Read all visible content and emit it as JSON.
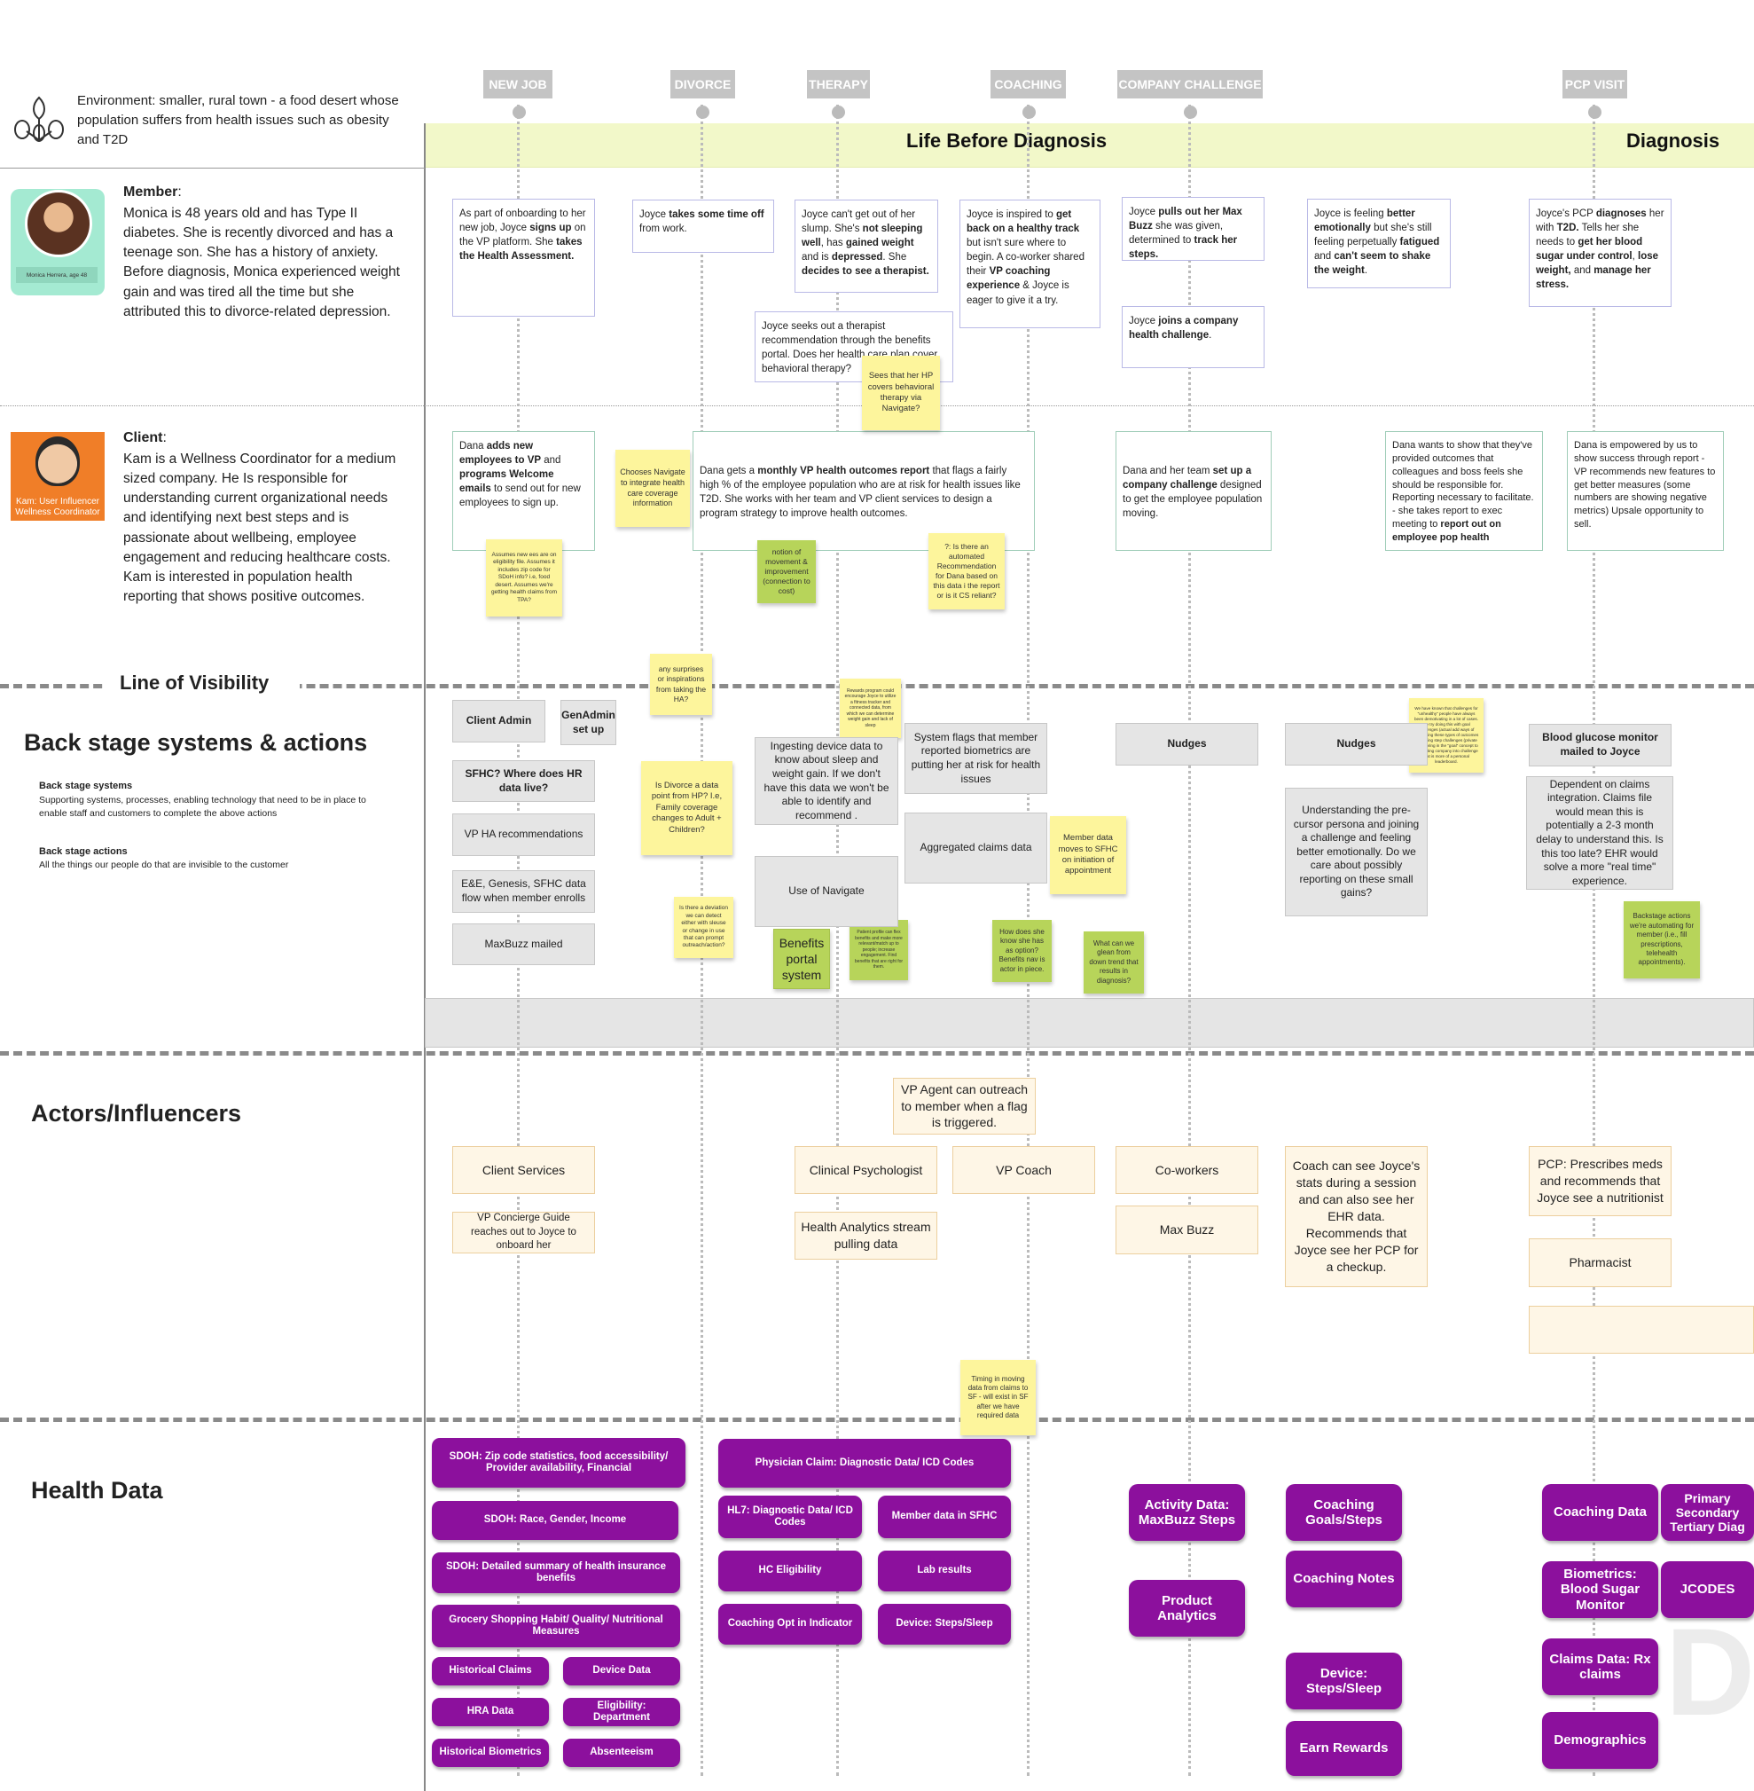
{
  "stages": [
    "NEW JOB",
    "DIVORCE",
    "THERAPY",
    "COACHING",
    "COMPANY CHALLENGE",
    "PCP VISIT"
  ],
  "environment": "Environment: smaller, rural town - a food desert whose population suffers from health issues such as obesity and T2D",
  "phases": {
    "before": "Life Before Diagnosis",
    "diagnosis": "Diagnosis"
  },
  "member": {
    "heading": "Member",
    "text": "Monica is 48 years old and has Type II diabetes. She is recently divorced and has a teenage son. She has a history of anxiety. Before diagnosis, Monica experienced weight gain and was tired all the time but she attributed this to divorce-related depression.",
    "avatar_caption": "Monica Herrera, age 48"
  },
  "client": {
    "heading": "Client",
    "text": "Kam is a Wellness Coordinator for a medium sized company. He Is responsible for understanding current organizational needs and identifying next best steps and is passionate about wellbeing, employee engagement and reducing healthcare costs. Kam is interested in population health reporting that shows positive outcomes.",
    "avatar_caption": "Kam: User Influencer Wellness Coordinator"
  },
  "member_cards": [
    "As part of onboarding to her new job, Joyce <b>signs up</b> on the VP platform. She <b>takes the Health Assessment.</b>",
    "Joyce <b>takes some time off</b> from work.",
    "Joyce can't get out of her slump. She's <b>not sleeping well</b>, has <b>gained weight</b> and is <b>depressed</b>. She <b>decides to see a therapist.</b>",
    "Joyce seeks out a therapist recommendation through the benefits portal. Does her health care plan cover behavioral therapy?",
    "Joyce is inspired to <b>get back on a healthy track</b> but isn't sure where to begin. A co-worker shared their <b>VP coaching experience</b> &amp; Joyce is eager to give it a try.",
    "Joyce <b>pulls out her Max Buzz</b> she was given, determined to <b>track her steps.</b>",
    "Joyce <b>joins a company health challenge</b>.",
    "Joyce is feeling <b>better emotionally</b> but she's still feeling perpetually <b>fatigued</b> and <b>can't seem to shake the weight</b>.",
    "Joyce's PCP <b>diagnoses</b> her with <b>T2D.</b> Tells her she needs to <b>get her blood sugar under control</b>, <b>lose weight,</b> and <b>manage her stress.</b>"
  ],
  "client_cards": [
    "Dana <b>adds new employees to VP</b> and <b>programs Welcome emails</b> to send out for new employees to sign up.",
    "Dana gets a <b>monthly VP health outcomes report</b> that flags a fairly high % of the employee population who are at risk for health issues like T2D. She works with her team and VP client services to design a program strategy to improve health outcomes.",
    "Dana and her team <b>set up a company challenge</b> designed to get the employee population moving.",
    "Dana wants to show that they've provided outcomes that colleagues and boss feels she should be responsible for. Reporting necessary to facilitate. - she takes report to exec meeting to <b>report out on employee pop health</b>",
    "Dana is empowered by us to show success through report - VP recommends new features to get better measures (some numbers are showing negative metrics) Upsale opportunity to sell."
  ],
  "stickies": [
    "Sees that her HP covers behavioral therapy via Navigate?",
    "Chooses Navigate to integrate health care coverage information",
    "Assumes new ees are on eligibility file. Assumes it includes zip code for SDoH info? i.e, food desert. Assumes we're getting health claims from TPA?",
    "notion of movement &amp; improvement (connection to cost)",
    "?: Is there an automated Recommendation for Dana based on this data i the report or is it CS reliant?",
    "any surprises or inspirations from taking the HA?",
    "Rewards program could encourage Joyce to utilize a fitness tracker and connected data, from which we can determine weight gain and lack of sleep",
    "Is Divorce a data point from HP? I.e, Family coverage changes to Adult + Children?",
    "Is there a deviation we can detect either with sleuse or change in use that can prompt outreach/action?",
    "Patient profile can flex benefits and make more relevant/match up to people; increase engagement. Find benefits that are right for them.",
    "How does she know she has as option? Benefits nav is actor in piece.",
    "What can we glean from down trend that results in diagnosis?",
    "Member data moves to SFHC on initiation of appointment",
    "We have known that challenges for \"unhealthy\" people have always been demotivating in a lot of cases. We try doing this with goal challenges (actual add ways of preventing these types of outcomes in relating step challenges (private user), bring in the \"goal\" concept to an existing company into challenge that is more of a personal leaderboard.",
    "Backstage actions we're automating for member (i.e., fill prescriptions, telehealth appointments).",
    "Timing in moving data from claims to SF - will exist in SF after we have required data"
  ],
  "visibility": "Line of Visibility",
  "backstage": {
    "title": "Back stage systems &amp; actions",
    "systems_title": "Back stage systems",
    "systems_desc": "Supporting systems, processes, enabling technology that need to be in place to enable staff and customers to complete the above actions",
    "actions_title": "Back stage actions",
    "actions_desc": "All the things our people do that are invisible to the customer"
  },
  "systems": [
    "Client Admin",
    "GenAdmin set up",
    "SFHC? Where does HR data live?",
    "VP HA recommendations",
    "E&amp;E, Genesis, SFHC data flow when member enrolls",
    "MaxBuzz mailed",
    "Ingesting device data to know about sleep and weight gain. If we don't have this data we won't be able to identify and recommend .",
    "Use of Navigate",
    "Benefits portal system",
    "System flags that member reported biometrics are putting her at risk for health issues",
    "Aggregated claims data",
    "Nudges",
    "Nudges",
    "Understanding the pre-cursor persona and joining a challenge and feeling better emotionally. Do we care about possibly reporting on these small gains?",
    "Blood glucose monitor mailed to Joyce",
    "Dependent on claims integration. Claims file would mean this is potentially a 2-3 month delay to understand this. Is this too late? EHR would solve a more \"real time\" experience."
  ],
  "actors_title": "Actors/Influencers",
  "actors": [
    "VP Agent can outreach to member when a flag is triggered.",
    "Client Services",
    "VP Concierge Guide reaches out to Joyce to onboard her",
    "Clinical Psychologist",
    "Health Analytics stream pulling data",
    "VP Coach",
    "Co-workers",
    "Max Buzz",
    "Coach can see Joyce's stats during a session and can also see her EHR data. Recommends that Joyce see her PCP for a checkup.",
    "PCP: Prescribes meds and recommends that Joyce see a nutritionist",
    "Pharmacist"
  ],
  "health_title": "Health Data",
  "health": [
    "SDOH: Zip code statistics, food accessibility/ Provider availability, Financial",
    "SDOH: Race, Gender, Income",
    "SDOH: Detailed summary of health insurance benefits",
    "Grocery Shopping Habit/ Quality/ Nutritional Measures",
    "Historical Claims",
    "Device Data",
    "HRA Data",
    "Eligibility: Department",
    "Historical Biometrics",
    "Absenteeism",
    "Physician Claim: Diagnostic Data/ ICD Codes",
    "HL7: Diagnostic Data/ ICD Codes",
    "Member data in SFHC",
    "HC Eligibility",
    "Lab results",
    "Coaching Opt in Indicator",
    "Device: Steps/Sleep",
    "Activity Data: MaxBuzz Steps",
    "Product Analytics",
    "Coaching Goals/Steps",
    "Coaching Notes",
    "Device: Steps/Sleep",
    "Earn Rewards",
    "Coaching Data",
    "Primary Secondary Tertiary Diag",
    "Biometrics: Blood Sugar Monitor",
    "JCODES",
    "Claims Data: Rx claims",
    "Demographics"
  ]
}
